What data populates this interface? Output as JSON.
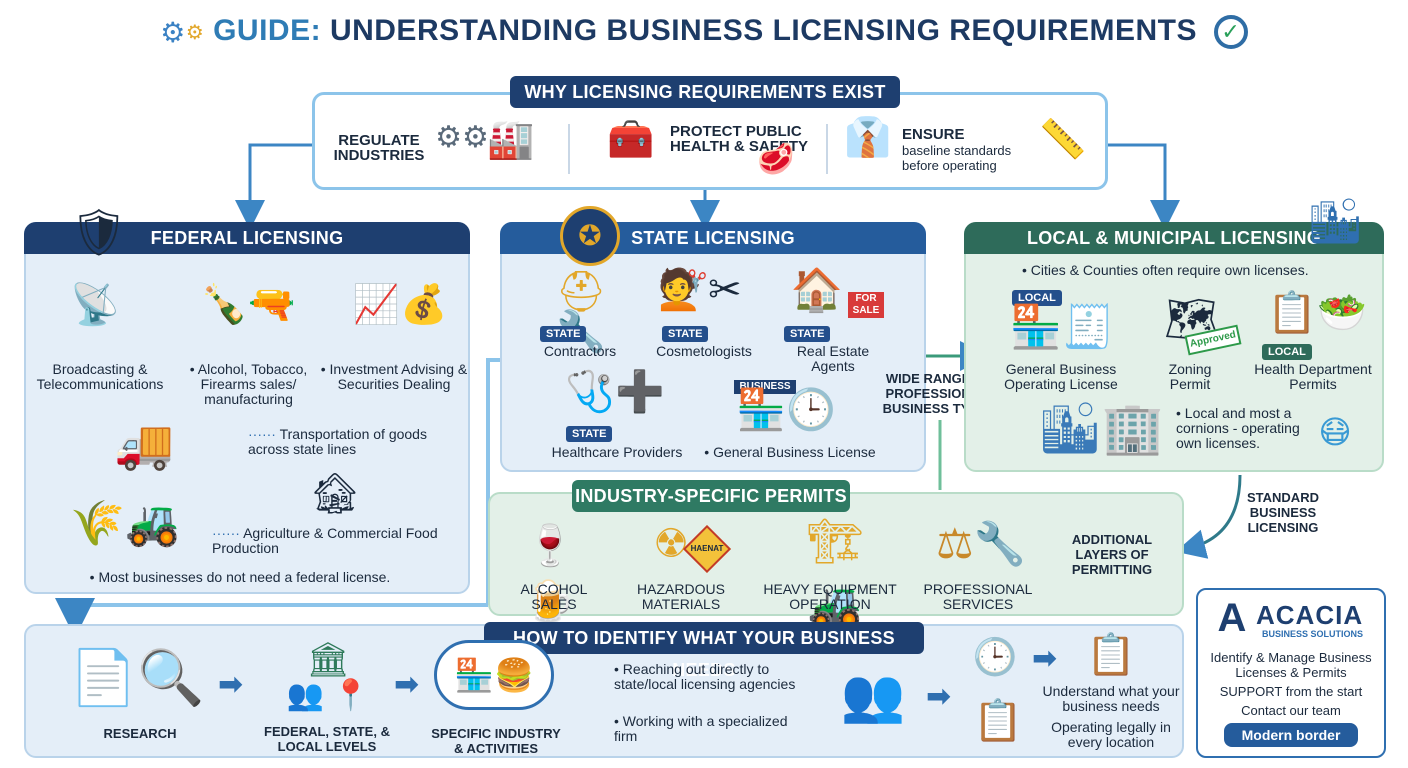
{
  "title": {
    "prefix": "GUIDE:",
    "main": "UNDERSTANDING BUSINESS LICENSING REQUIREMENTS"
  },
  "why": {
    "heading": "WHY LICENSING REQUIREMENTS EXIST",
    "items": [
      {
        "label": "REGULATE INDUSTRIES"
      },
      {
        "label": "PROTECT PUBLIC HEALTH & SAFETY"
      },
      {
        "label": "ENSURE",
        "sub": "baseline standards before operating"
      }
    ]
  },
  "federal": {
    "heading": "FEDERAL LICENSING",
    "items": [
      "Broadcasting & Telecommunications",
      "Alcohol, Tobacco, Firearms sales/ manufacturing",
      "Investment Advising & Securities Dealing",
      "Transportation of goods across state lines",
      "Agriculture & Commercial Food Production"
    ],
    "note": "Most businesses do not need a federal license."
  },
  "state": {
    "heading": "STATE LICENSING",
    "badge": "STATE",
    "items": [
      "Contractors",
      "Cosmetologists",
      "Real Estate Agents",
      "Healthcare Providers",
      "General Business License"
    ],
    "sign_for_sale": "FOR SALE",
    "sign_business": "BUSINESS"
  },
  "local": {
    "heading": "LOCAL & MUNICIPAL LICENSING",
    "intro": "Cities & Counties often require own licenses.",
    "badge": "LOCAL",
    "items": [
      "General Business Operating License",
      "Zoning Permit",
      "Health Department Permits"
    ],
    "stamp": "Approved",
    "note": "Local and most a cornions - operating own licenses."
  },
  "middle_label": "WIDE RANGE OF PROFESSIONS & BUSINESS TYPES",
  "standard_label": "STANDARD BUSINESS LICENSING",
  "industry": {
    "heading": "INDUSTRY-SPECIFIC PERMITS",
    "items": [
      "ALCOHOL SALES",
      "HAZARDOUS MATERIALS",
      "HEAVY EQUIPMENT OPERATION",
      "PROFESSIONAL SERVICES"
    ],
    "hazard_sign": "HAENAT",
    "side_label": "ADDITIONAL LAYERS OF PERMITTING"
  },
  "identify": {
    "heading": "HOW TO IDENTIFY WHAT YOUR BUSINESS NEEDS",
    "steps": [
      "RESEARCH",
      "FEDERAL, STATE, & LOCAL LEVELS",
      "SPECIFIC INDUSTRY & ACTIVITIES"
    ],
    "bullets": [
      "Reaching out directly to state/local licensing agencies",
      "Working with a specialized firm"
    ],
    "outcomes": [
      "Understand what your business needs",
      "Operating legally in every location"
    ]
  },
  "brand": {
    "name": "ACACIA",
    "tagline": "BUSINESS SOLUTIONS",
    "lines": [
      "Identify & Manage Business Licenses & Permits",
      "SUPPORT from the start",
      "Contact our team"
    ],
    "button": "Modern border"
  },
  "colors": {
    "navy": "#1e3f70",
    "blue": "#255c9c",
    "green": "#2e6b5a",
    "panel_blue": "#e4eef8",
    "panel_green": "#e3f0e8"
  }
}
